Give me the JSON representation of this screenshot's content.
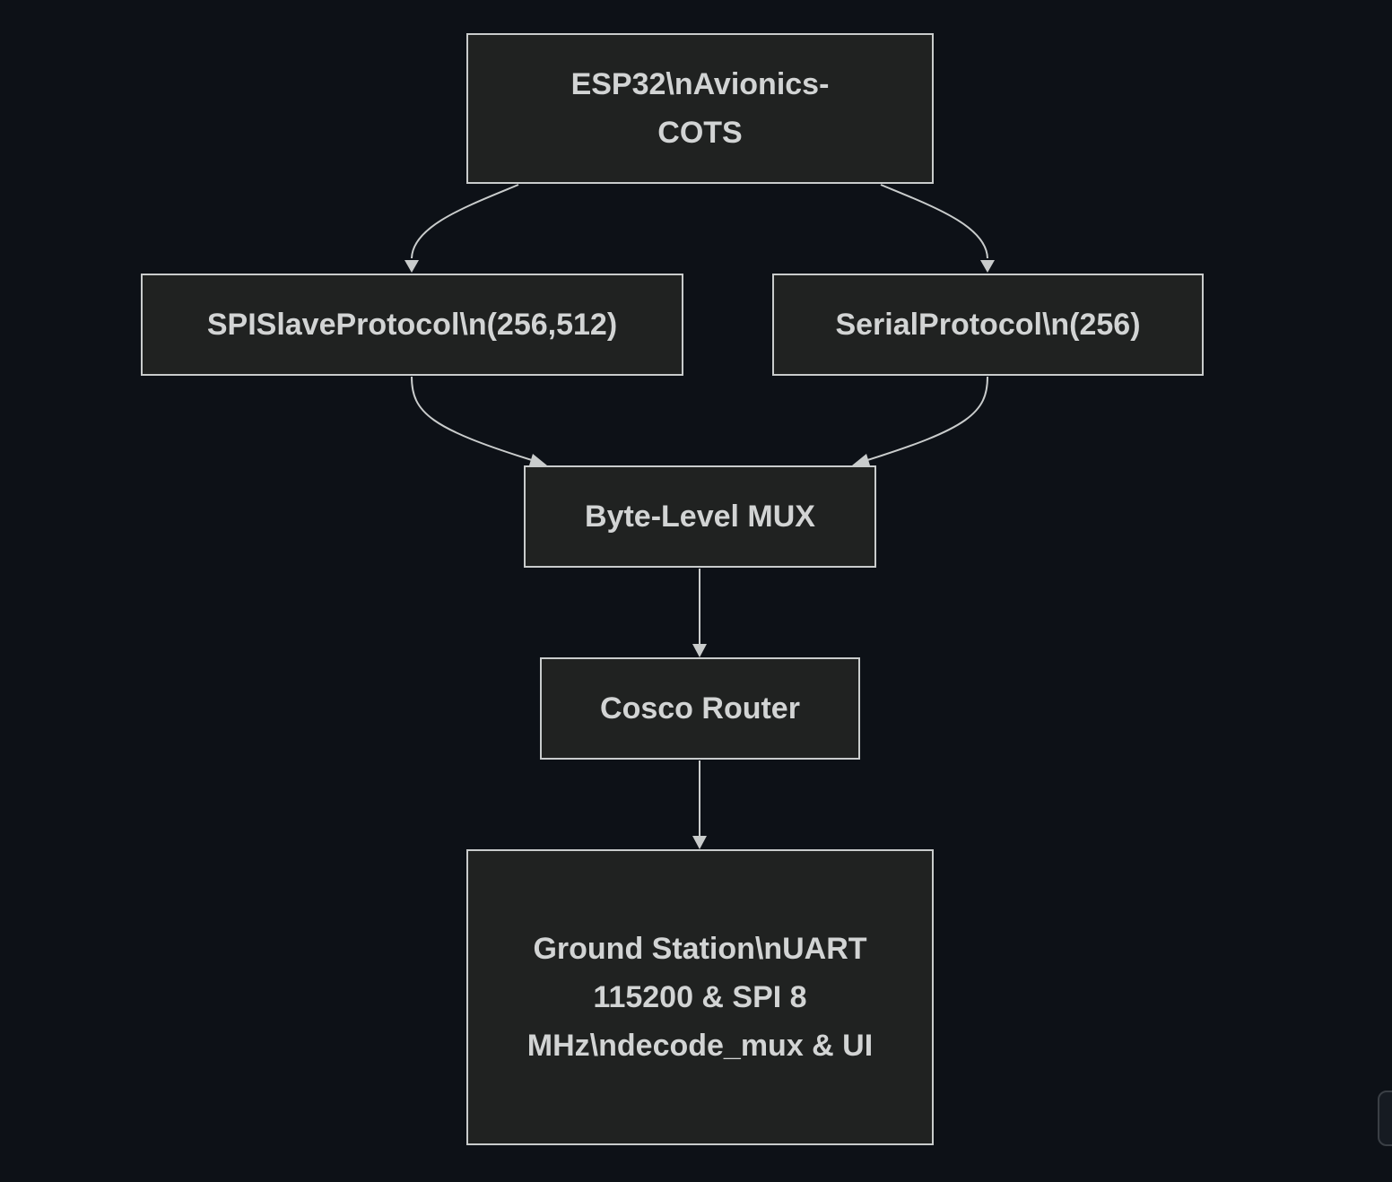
{
  "diagram": {
    "nodes": {
      "esp32": "ESP32\\nAvionics-COTS",
      "spi": "SPISlaveProtocol\\n(256,512)",
      "serial": "SerialProtocol\\n(256)",
      "mux": "Byte-Level MUX",
      "router": "Cosco Router",
      "ground": "Ground Station\\nUART 115200 & SPI 8 MHz\\ndecode_mux & UI"
    },
    "edges": [
      {
        "from": "esp32",
        "to": "spi"
      },
      {
        "from": "esp32",
        "to": "serial"
      },
      {
        "from": "spi",
        "to": "mux"
      },
      {
        "from": "serial",
        "to": "mux"
      },
      {
        "from": "mux",
        "to": "router"
      },
      {
        "from": "router",
        "to": "ground"
      }
    ]
  },
  "colors": {
    "background": "#0d1117",
    "node_fill": "#202221",
    "node_border": "#c9cccc",
    "text": "#d2d4d4",
    "edge": "#c9cccc"
  }
}
